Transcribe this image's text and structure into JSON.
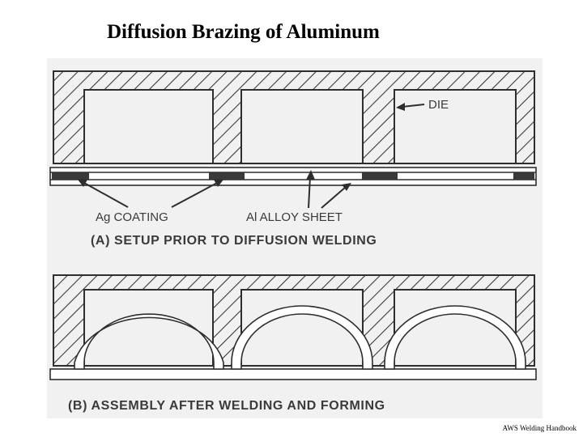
{
  "title": "Diffusion Brazing of Aluminum",
  "labels": {
    "die": "DIE",
    "coating": "Ag COATING",
    "sheet": "Al ALLOY SHEET",
    "caption_a": "(A)  SETUP PRIOR TO DIFFUSION WELDING",
    "caption_b": "(B)  ASSEMBLY AFTER WELDING AND FORMING"
  },
  "source": "AWS Welding Handbook",
  "colors": {
    "figure_background": "#f1f1f1",
    "ink": "#2e2e2e",
    "coating": "#3a3a3a"
  }
}
